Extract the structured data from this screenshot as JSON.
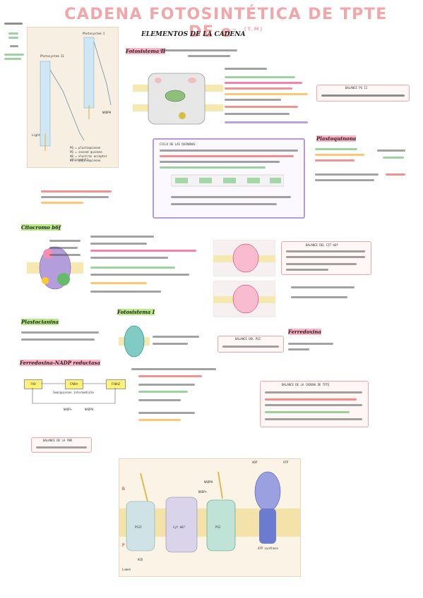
{
  "title": {
    "main": "CADENA FOTOSINTÉTICA DE TPTE DE e",
    "superscript": "−",
    "note": "(T.M)"
  },
  "elementos_heading": "ELEMENTOS DE LA CADENA",
  "sections": {
    "fotosistema_ii": "Fotosistema II",
    "plastoquinona": "Plastoquinona",
    "citocromo_b6f": "Citocromo b6f",
    "plastocianina": "Plastocianina",
    "fotosistema_i": "Fotosistema I",
    "ferredoxina": "Ferredoxina",
    "ferredoxina_nadp": "Ferredoxina-NADP reductasa"
  },
  "figure_top": {
    "label_ps1": "Photosystem I",
    "label_ps2": "Photosystem II",
    "label_nadph": "NADPH",
    "label_light": "Light",
    "legend": [
      "PQ = plastoquinone",
      "PQ = second quinone",
      "A0 = electron acceptor chlorophyll",
      "A1 = phylloquinone"
    ]
  },
  "figure_bottom": {
    "labels": [
      "ADP",
      "ATP",
      "NADPH",
      "NADP+",
      "PSII",
      "PSI",
      "Cyt b6f",
      "ATP synthase",
      "N",
      "P",
      "H2O",
      "Lumen"
    ]
  },
  "boxes": {
    "balance_ps2": "BALANCE PS II",
    "balance_citb6f": "BALANCE DEL CIT b6f",
    "balance_ps1": "BALANCE DEL PSI",
    "balance_fnr": "BALANCE DE LA FNR",
    "balance_total": "BALANCE DE LA CADENA DE TPTE",
    "qcycle_note": "CICLO DE LAS QUINONAS"
  },
  "fnr_diagram": {
    "fad": "FAD",
    "fadh": "FADH•",
    "fadh2": "FADH2",
    "semiquinone": "Semiquinone intermediate",
    "nadp": "NADP+",
    "nadph": "NADPH"
  },
  "colors": {
    "title": "#f3a6a8",
    "pink_box": "#f6a5a5",
    "purple_box": "#b59ad9"
  }
}
